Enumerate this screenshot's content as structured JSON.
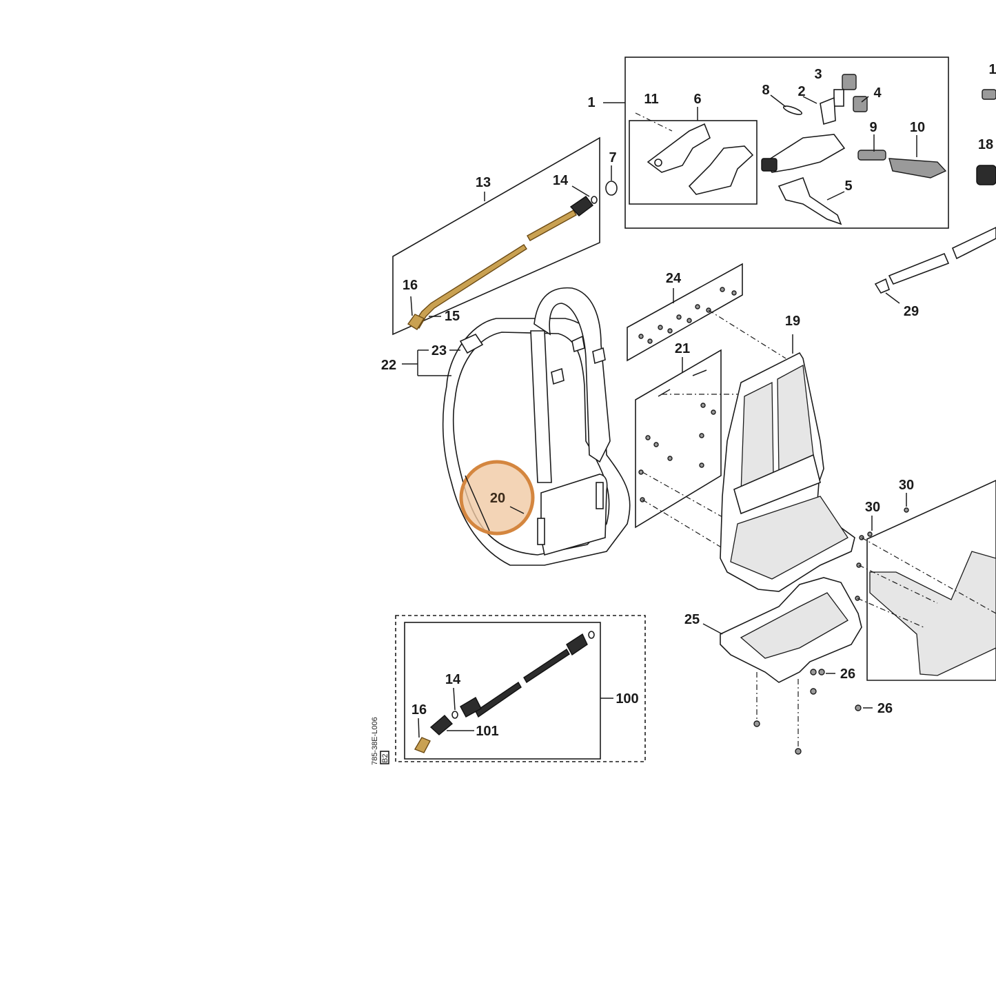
{
  "highlight": {
    "label": "20",
    "fill": "#f0c9a4",
    "stroke": "#d4863f"
  },
  "side_code": "785-38E-L006",
  "side_code_2": "B2",
  "callouts": [
    {
      "id": "1",
      "text": "1"
    },
    {
      "id": "2",
      "text": "2"
    },
    {
      "id": "3",
      "text": "3"
    },
    {
      "id": "4",
      "text": "4"
    },
    {
      "id": "5",
      "text": "5"
    },
    {
      "id": "6",
      "text": "6"
    },
    {
      "id": "7",
      "text": "7"
    },
    {
      "id": "8",
      "text": "8"
    },
    {
      "id": "9",
      "text": "9"
    },
    {
      "id": "10",
      "text": "10"
    },
    {
      "id": "11",
      "text": "11"
    },
    {
      "id": "12",
      "text": "1"
    },
    {
      "id": "13",
      "text": "13"
    },
    {
      "id": "14",
      "text": "14"
    },
    {
      "id": "15",
      "text": "15"
    },
    {
      "id": "16",
      "text": "16"
    },
    {
      "id": "18",
      "text": "18"
    },
    {
      "id": "19",
      "text": "19"
    },
    {
      "id": "21",
      "text": "21"
    },
    {
      "id": "22",
      "text": "22"
    },
    {
      "id": "23",
      "text": "23"
    },
    {
      "id": "24",
      "text": "24"
    },
    {
      "id": "25",
      "text": "25"
    },
    {
      "id": "26a",
      "text": "26"
    },
    {
      "id": "26b",
      "text": "26"
    },
    {
      "id": "29",
      "text": "29"
    },
    {
      "id": "30a",
      "text": "30"
    },
    {
      "id": "30b",
      "text": "30"
    },
    {
      "id": "14b",
      "text": "14"
    },
    {
      "id": "16b",
      "text": "16"
    },
    {
      "id": "100",
      "text": "100"
    },
    {
      "id": "101",
      "text": "101"
    }
  ]
}
